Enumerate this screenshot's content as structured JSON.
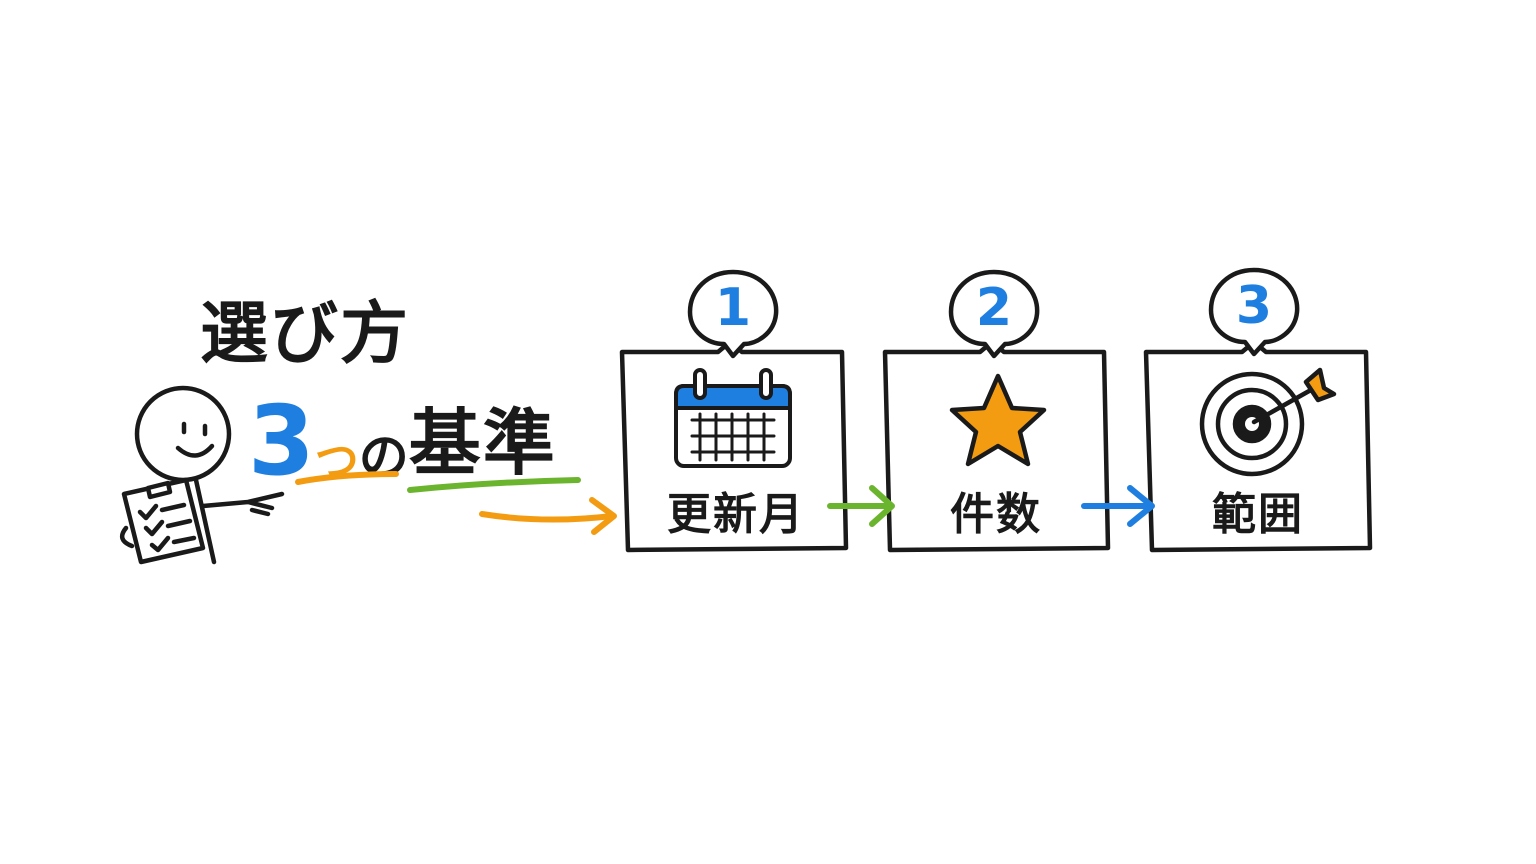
{
  "title": {
    "line1": "選び方",
    "count": "3",
    "counter": "つ",
    "particle": "の",
    "noun": "基準"
  },
  "steps": [
    {
      "number": "1",
      "label": "更新月",
      "icon": "calendar-icon"
    },
    {
      "number": "2",
      "label": "件数",
      "icon": "star-icon"
    },
    {
      "number": "3",
      "label": "範囲",
      "icon": "target-icon"
    }
  ],
  "colors": {
    "blue": "#1f7fe0",
    "orange": "#f39c12",
    "green": "#6bb52e",
    "ink": "#1a1a1a"
  }
}
